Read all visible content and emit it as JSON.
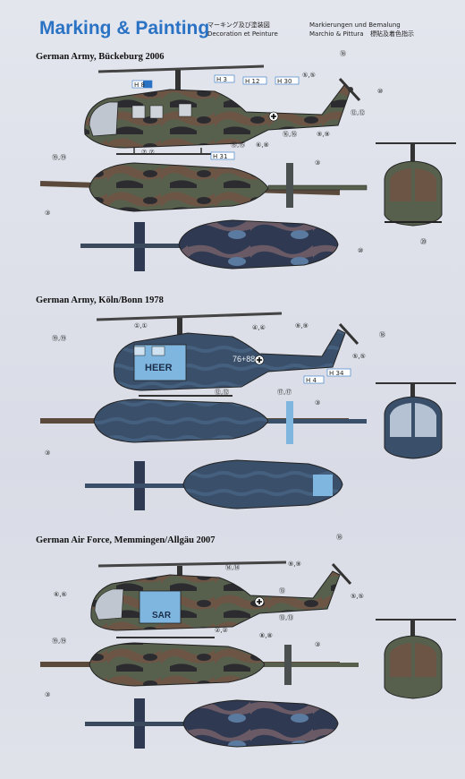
{
  "header": {
    "title": "Marking & Painting",
    "sub_ja_1": "マーキング及び塗装図",
    "sub_fr": "Decoration et Peinture",
    "sub_de": "Markierungen und Bemalung",
    "sub_it": "Marchio & Pittura",
    "sub_zh": "標貼及着色指示"
  },
  "sections": [
    {
      "label": "German Army,  Bückeburg 2006",
      "callouts": [
        "⑱",
        "⑤,⑤",
        "⑩",
        "⑫,⑫",
        "⑯,⑯",
        "⑨,⑨",
        "⑥,⑧",
        "⑮,⑮",
        "⑦,⑦",
        "⑲,⑲",
        "③",
        "③",
        "⑩",
        "⑳"
      ],
      "color_tags": [
        "H 8",
        "H 3",
        "H 12",
        "H 30",
        "H 31"
      ]
    },
    {
      "label": "German Army,  Köln/Bonn 1978",
      "callouts": [
        "①,①",
        "④,④",
        "⑨,⑨",
        "⑱",
        "⑲,⑲",
        "⑤,⑤",
        "⑫,⑫",
        "⑰,⑰",
        "③",
        "③"
      ],
      "color_tags": [
        "H 4",
        "H 34"
      ],
      "fuselage_text": "HEER",
      "tail_number": "76+88"
    },
    {
      "label": "German Air Force, Memmingen/Allgäu 2007",
      "callouts": [
        "⑱",
        "⑭,⑭",
        "⑨,⑨",
        "⑥,⑥",
        "⑬",
        "⑤,⑤",
        "⑬,⑬",
        "②,②",
        "⑧,⑧",
        "⑲,⑲",
        "③",
        "③"
      ],
      "fuselage_text": "SAR"
    }
  ],
  "colors": {
    "heading_blue": "#2a72c4",
    "camo_green": "#56604c",
    "camo_brown": "#6d5546",
    "camo_black": "#2c2c30",
    "navy_blue": "#3a4f6a",
    "light_blue": "#7fb6e0"
  }
}
